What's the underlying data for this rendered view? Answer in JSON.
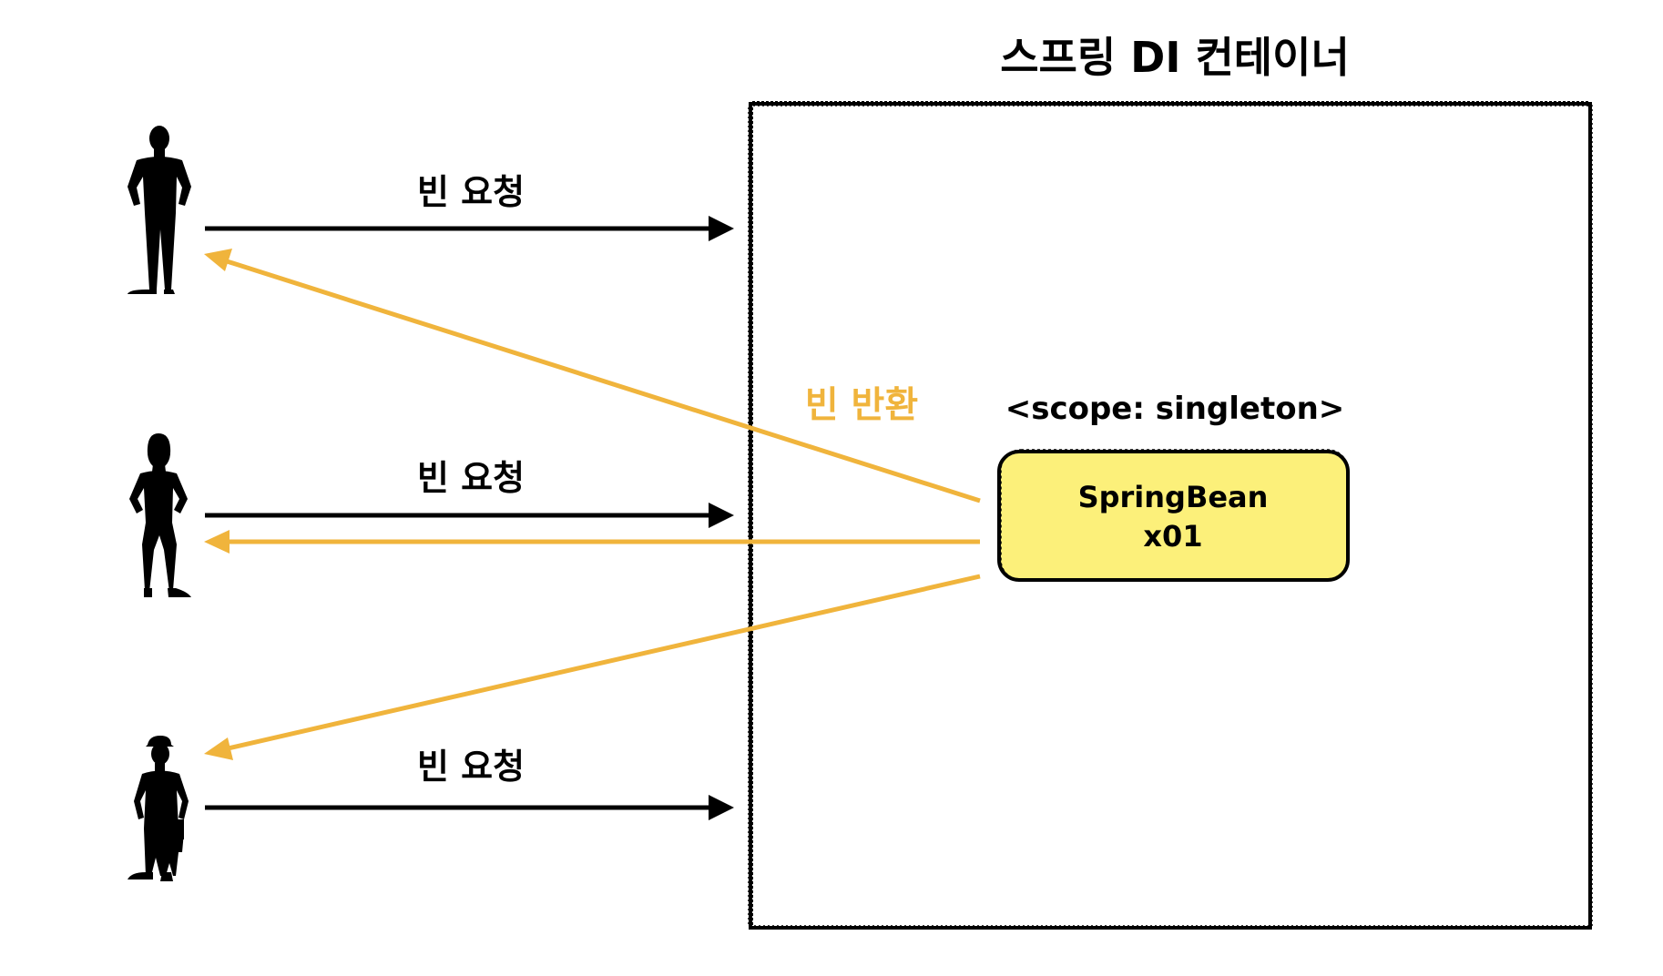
{
  "title": "스프링 DI 컨테이너",
  "scope_label": "<scope: singleton>",
  "bean": {
    "name": "SpringBean",
    "instance_id": "x01"
  },
  "request_labels": [
    "빈 요청",
    "빈 요청",
    "빈 요청"
  ],
  "return_label": "빈 반환",
  "colors": {
    "request_arrow": "#000000",
    "return_arrow": "#F0B43C",
    "bean_fill": "#FCF07A",
    "bean_border": "#000000",
    "return_text": "#F0B43C",
    "silhouette": "#000000"
  },
  "clients": [
    {
      "icon": "man-silhouette-icon"
    },
    {
      "icon": "woman-silhouette-icon"
    },
    {
      "icon": "worker-silhouette-icon"
    }
  ]
}
